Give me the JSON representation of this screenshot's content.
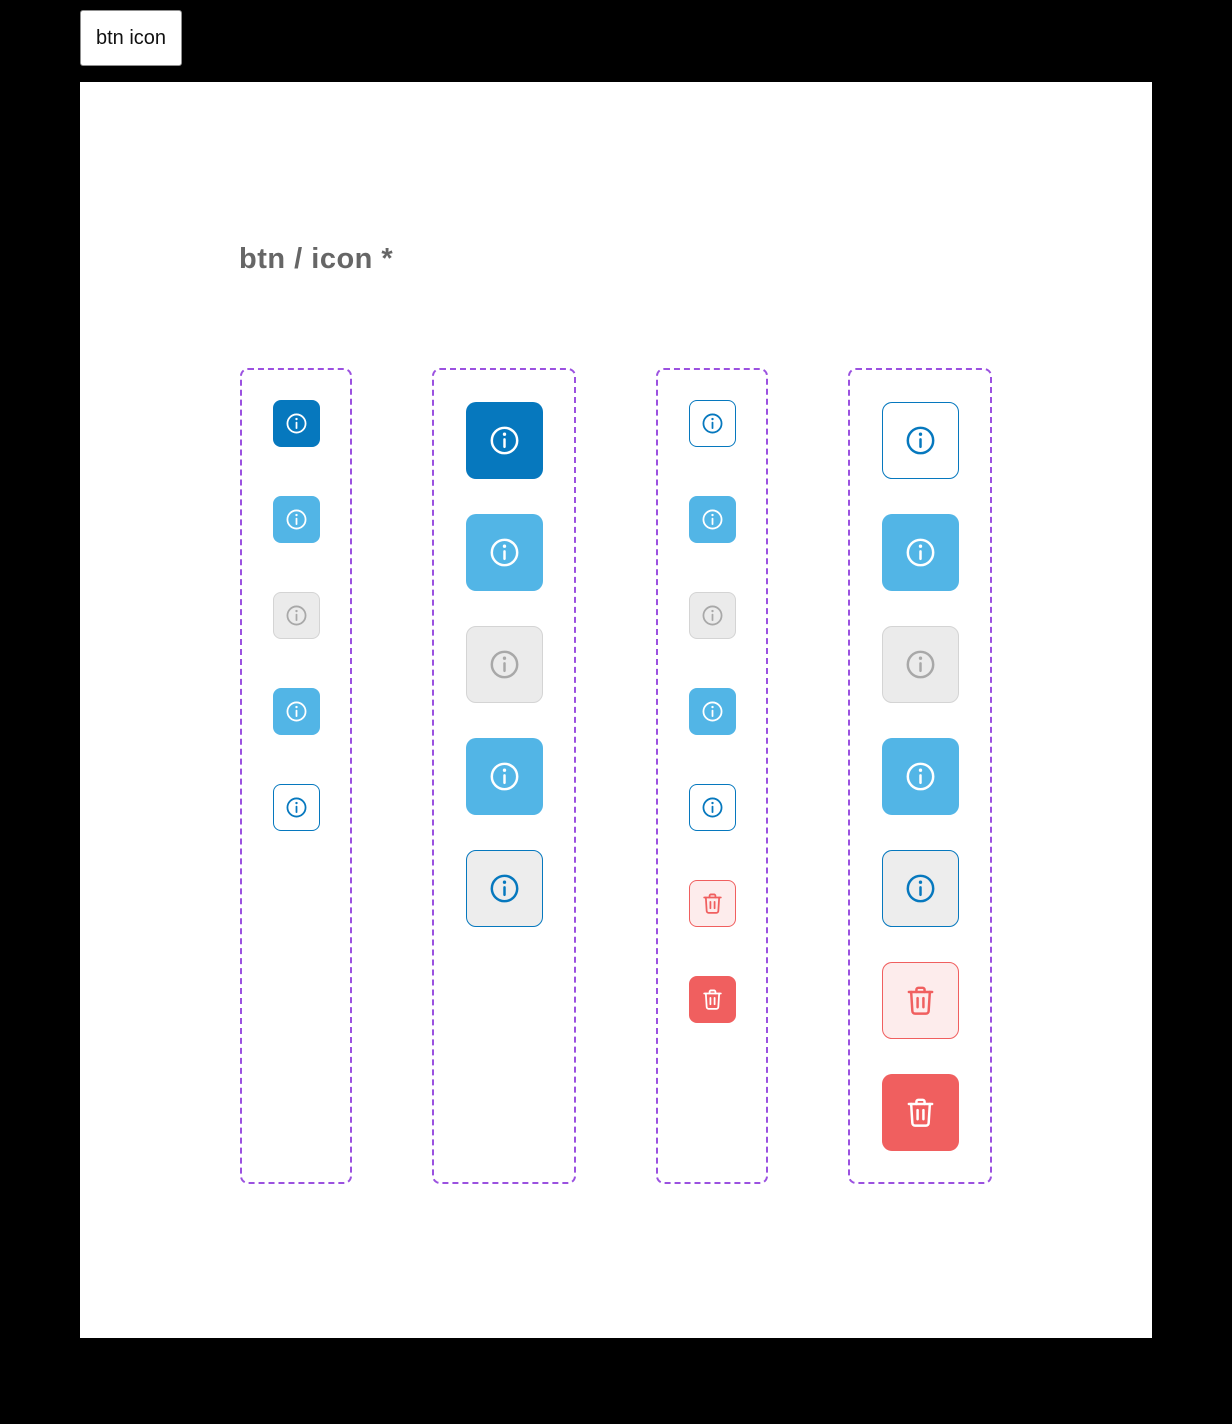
{
  "tab": {
    "label": "btn icon"
  },
  "canvas": {
    "title": "btn / icon *"
  },
  "colors": {
    "primary": "#0678be",
    "primary_light": "#52b5e6",
    "disabled_bg": "#ebebeb",
    "disabled_border": "#d4d4d4",
    "disabled_icon": "#a8a8a8",
    "outline_gray_bg": "#ededed",
    "danger": "#f05f5f",
    "danger_light_bg": "#fdecec",
    "frame_dash": "#9b51e0",
    "title_text": "#666666"
  },
  "columns": [
    {
      "name": "small-contained",
      "size": "small",
      "buttons": [
        {
          "style": "primary",
          "icon": "info-icon"
        },
        {
          "style": "primary-light",
          "icon": "info-icon"
        },
        {
          "style": "disabled",
          "icon": "info-icon"
        },
        {
          "style": "primary-light",
          "icon": "info-icon"
        },
        {
          "style": "outline",
          "icon": "info-icon"
        }
      ]
    },
    {
      "name": "large-contained",
      "size": "large",
      "buttons": [
        {
          "style": "primary",
          "icon": "info-icon"
        },
        {
          "style": "primary-light",
          "icon": "info-icon"
        },
        {
          "style": "disabled",
          "icon": "info-icon"
        },
        {
          "style": "primary-light",
          "icon": "info-icon"
        },
        {
          "style": "outline-gray",
          "icon": "info-icon"
        }
      ]
    },
    {
      "name": "small-outlined",
      "size": "small",
      "buttons": [
        {
          "style": "outline",
          "icon": "info-icon"
        },
        {
          "style": "primary-light",
          "icon": "info-icon"
        },
        {
          "style": "disabled",
          "icon": "info-icon"
        },
        {
          "style": "primary-light",
          "icon": "info-icon"
        },
        {
          "style": "outline",
          "icon": "info-icon"
        },
        {
          "style": "danger-light",
          "icon": "trash-icon"
        },
        {
          "style": "danger",
          "icon": "trash-icon"
        }
      ]
    },
    {
      "name": "large-outlined",
      "size": "large",
      "buttons": [
        {
          "style": "outline",
          "icon": "info-icon"
        },
        {
          "style": "primary-light",
          "icon": "info-icon"
        },
        {
          "style": "disabled",
          "icon": "info-icon"
        },
        {
          "style": "primary-light",
          "icon": "info-icon"
        },
        {
          "style": "outline-gray",
          "icon": "info-icon"
        },
        {
          "style": "danger-light",
          "icon": "trash-icon"
        },
        {
          "style": "danger",
          "icon": "trash-icon"
        }
      ]
    }
  ]
}
